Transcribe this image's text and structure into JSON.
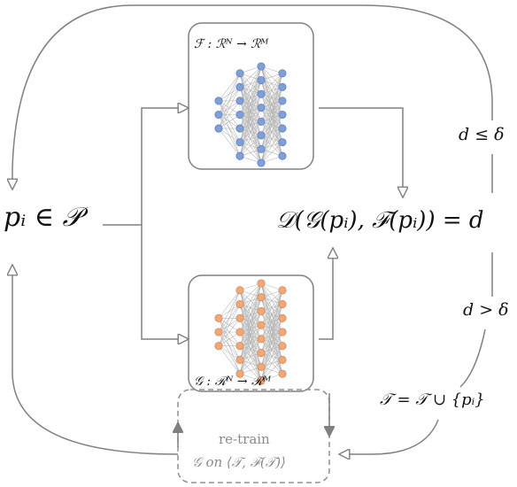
{
  "labels": {
    "input": "pᵢ ∈ 𝒫",
    "distance_eq": "𝒟(𝒢(pᵢ), ℱ(pᵢ)) = d",
    "cond_le": "d ≤ δ",
    "cond_gt": "d > δ",
    "set_update": "𝒯 = 𝒯 ∪ {pᵢ}",
    "model_f": "ℱ : ℛᴺ → ℛᴹ",
    "model_g": "𝒢 : ℛᴺ → ℛᴹ",
    "retrain_line1": "re-train",
    "retrain_line2": "𝒢 on ⟨𝒯, ℱ(𝒯)⟩"
  },
  "colors": {
    "model_f_nodes": "#7f9fd8",
    "model_g_nodes": "#f0a878",
    "arrows": "#808080",
    "retrain_text": "#8a8a8a"
  }
}
